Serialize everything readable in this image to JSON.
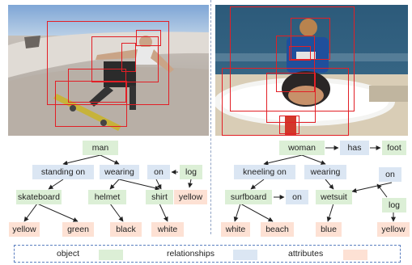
{
  "left_graph": {
    "objects": [
      "man",
      "skateboard",
      "helmet",
      "shirt",
      "log"
    ],
    "relationships": [
      "standing on",
      "wearing",
      "on"
    ],
    "attributes": [
      "yellow",
      "green",
      "black",
      "white",
      "yellow"
    ]
  },
  "right_graph": {
    "objects": [
      "woman",
      "foot",
      "surfboard",
      "wetsuit",
      "beach",
      "log"
    ],
    "relationships": [
      "has",
      "kneeling on",
      "wearing",
      "on",
      "on"
    ],
    "attributes": [
      "white",
      "blue",
      "yellow"
    ]
  },
  "legend": {
    "object": "object",
    "relationships": "relationships",
    "attributes": "attributes"
  },
  "colors": {
    "object": "#dcefd6",
    "relationships": "#dbe6f3",
    "attributes": "#fde1d4",
    "bbox": "#e21f26",
    "arrow": "#222222"
  }
}
